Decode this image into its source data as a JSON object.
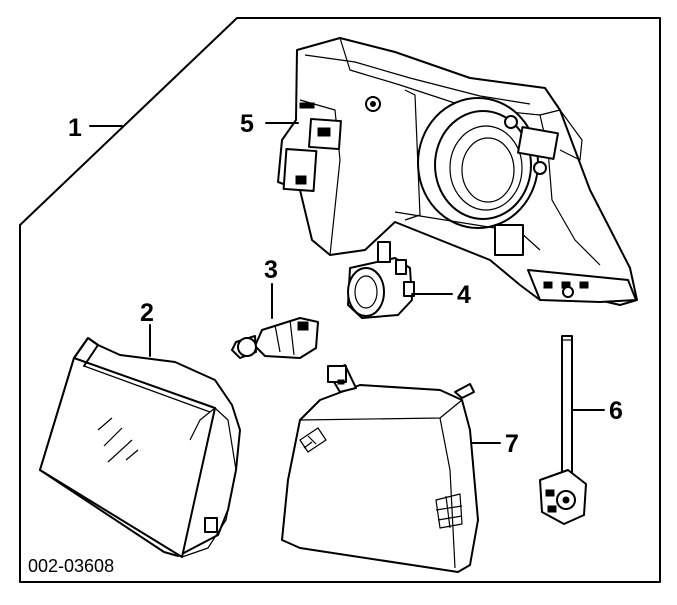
{
  "diagram": {
    "part_code": "002-03608",
    "callouts": [
      "1",
      "2",
      "3",
      "4",
      "5",
      "6",
      "7"
    ]
  }
}
